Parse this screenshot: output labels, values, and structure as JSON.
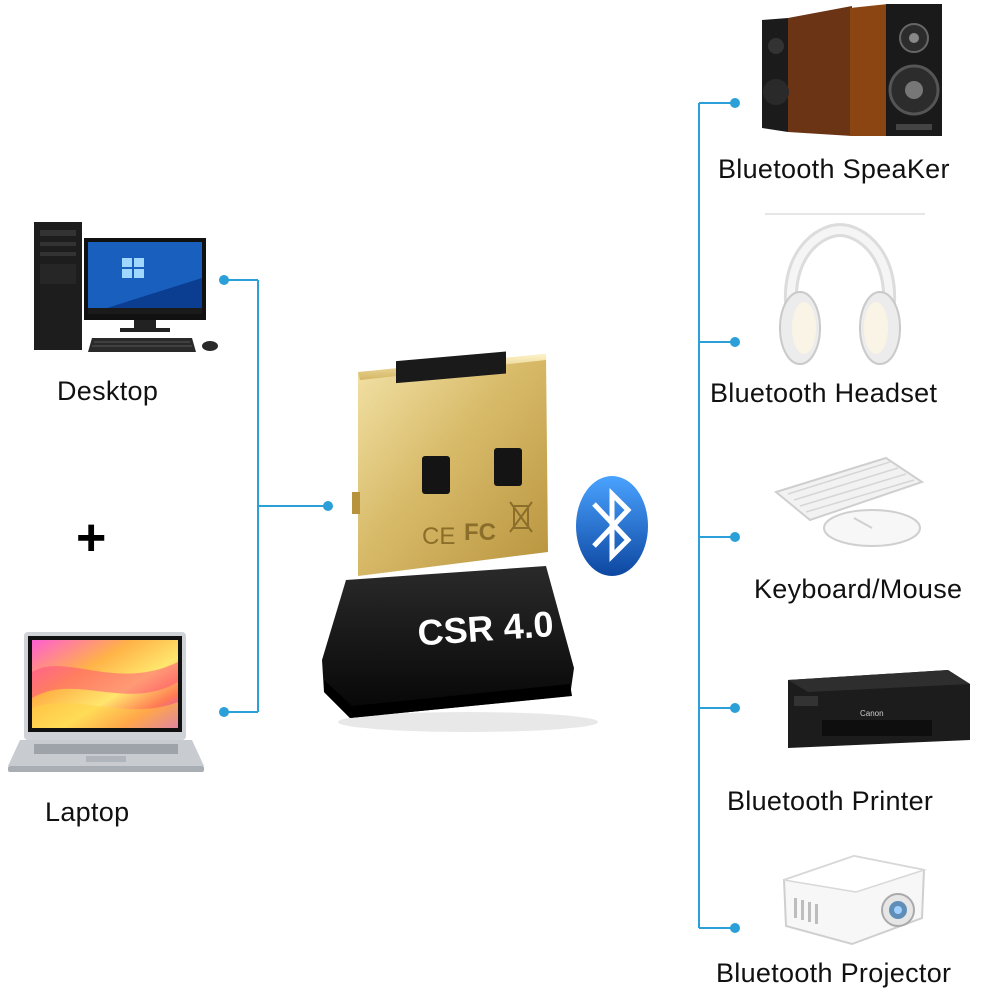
{
  "inputs": {
    "desktop_label": "Desktop",
    "plus_sign": "+",
    "laptop_label": "Laptop"
  },
  "adapter": {
    "model_label": "CSR 4.0",
    "certification_marks": [
      "CE",
      "FC"
    ],
    "bluetooth_icon": "bluetooth-icon"
  },
  "devices": [
    {
      "label": "Bluetooth SpeaKer",
      "icon": "speaker-icon"
    },
    {
      "label": "Bluetooth Headset",
      "icon": "headset-icon"
    },
    {
      "label": "Keyboard/Mouse",
      "icon": "keyboard-mouse-icon"
    },
    {
      "label": "Bluetooth Printer",
      "icon": "printer-icon"
    },
    {
      "label": "Bluetooth Projector",
      "icon": "projector-icon"
    }
  ],
  "colors": {
    "connector_line": "#2a9fd8",
    "bluetooth_blue": "#1565c0",
    "usb_gold": "#d8bb6a"
  }
}
